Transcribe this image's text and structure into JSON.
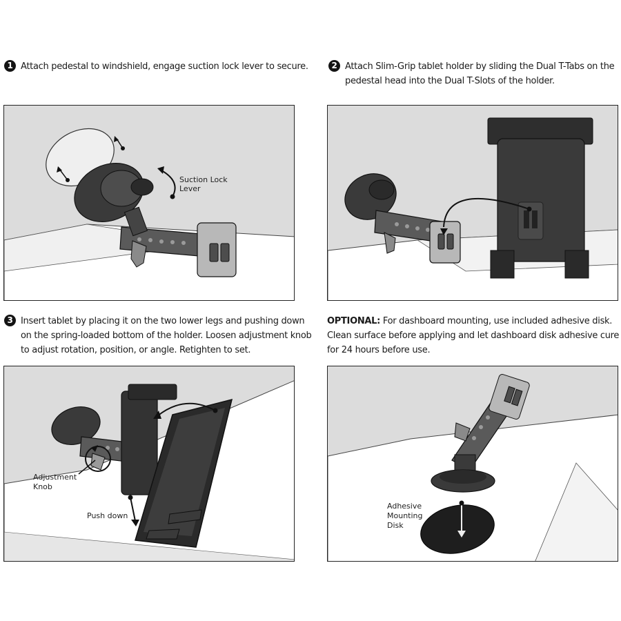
{
  "steps": [
    {
      "badge": "1",
      "lines": [
        "Attach pedestal to windshield, engage suction lock lever to secure."
      ]
    },
    {
      "badge": "2",
      "lines": [
        "Attach Slim-Grip tablet holder by sliding the Dual T-Tabs on the",
        "pedestal head into the Dual T-Slots of the holder."
      ]
    },
    {
      "badge": "3",
      "lines": [
        "Insert tablet by placing it on the two lower legs and pushing down",
        "on the spring-loaded bottom of the holder. Loosen adjustment knob",
        "to adjust rotation, position, or angle. Retighten to set."
      ]
    }
  ],
  "optional": {
    "label": "OPTIONAL:",
    "lines": [
      "For dashboard mounting, use included adhesive disk.",
      "Clean surface before applying and let dashboard disk adhesive cure",
      "for 24 hours before use."
    ]
  },
  "callouts": {
    "suction_lock_lever": [
      "Suction Lock",
      "Lever"
    ],
    "adjustment_knob": [
      "Adjustment",
      "Knob"
    ],
    "push_down": "Push down",
    "adhesive_disk": [
      "Adhesive",
      "Mounting",
      "Disk"
    ]
  }
}
